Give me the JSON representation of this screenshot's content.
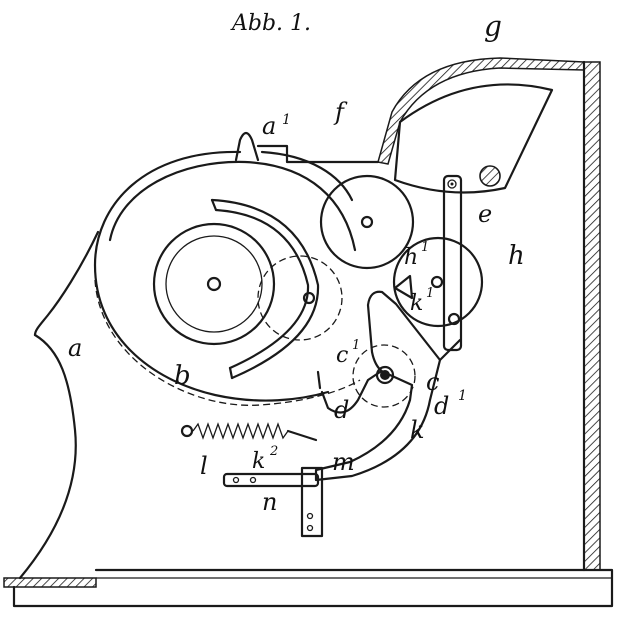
{
  "title": "Abb. 1.",
  "labels": {
    "a": "a",
    "a1": "a",
    "a1_sup": "1",
    "b": "b",
    "c": "c",
    "c1": "c",
    "c1_sup": "1",
    "d": "d",
    "d1": "d",
    "d1_sup": "1",
    "e": "e",
    "f": "f",
    "g": "g",
    "h": "h",
    "h1": "h",
    "h1_sup": "1",
    "k": "k",
    "k1": "k",
    "k1_sup": "1",
    "k2": "k",
    "k2_sup": "2",
    "l": "l",
    "m": "m",
    "n": "n"
  }
}
